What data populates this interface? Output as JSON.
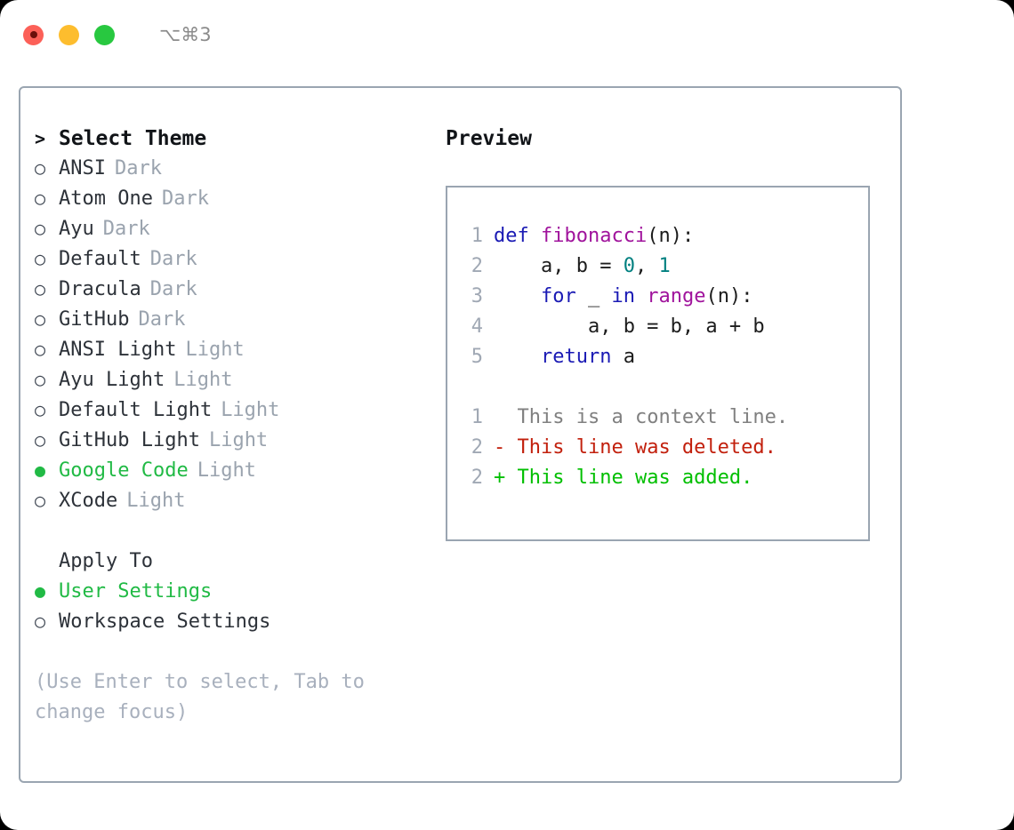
{
  "window": {
    "shortcut": "⌥⌘3",
    "traffic_lights": [
      {
        "name": "close",
        "color": "#fc6058"
      },
      {
        "name": "minimize",
        "color": "#fdbd2e"
      },
      {
        "name": "maximize",
        "color": "#28c840"
      }
    ]
  },
  "theme_picker": {
    "header_prefix": "> ",
    "header": "Select Theme",
    "bullet_unselected": "○",
    "bullet_selected": "●",
    "items": [
      {
        "label": "ANSI",
        "tag": "Dark",
        "selected": false
      },
      {
        "label": "Atom One",
        "tag": "Dark",
        "selected": false
      },
      {
        "label": "Ayu",
        "tag": "Dark",
        "selected": false
      },
      {
        "label": "Default",
        "tag": "Dark",
        "selected": false
      },
      {
        "label": "Dracula",
        "tag": "Dark",
        "selected": false
      },
      {
        "label": "GitHub",
        "tag": "Dark",
        "selected": false
      },
      {
        "label": "ANSI Light",
        "tag": "Light",
        "selected": false
      },
      {
        "label": "Ayu Light",
        "tag": "Light",
        "selected": false
      },
      {
        "label": "Default Light",
        "tag": "Light",
        "selected": false
      },
      {
        "label": "GitHub Light",
        "tag": "Light",
        "selected": false
      },
      {
        "label": "Google Code",
        "tag": "Light",
        "selected": true
      },
      {
        "label": "XCode",
        "tag": "Light",
        "selected": false
      }
    ]
  },
  "apply_to": {
    "header": "Apply To",
    "items": [
      {
        "label": "User Settings",
        "selected": true
      },
      {
        "label": "Workspace Settings",
        "selected": false
      }
    ]
  },
  "hint": "(Use Enter to select, Tab to change focus)",
  "preview": {
    "title": "Preview",
    "code": [
      {
        "lineno": "1",
        "tokens": [
          {
            "t": "def ",
            "c": "kw"
          },
          {
            "t": "fibonacci",
            "c": "fn"
          },
          {
            "t": "(n):",
            "c": "plain"
          }
        ]
      },
      {
        "lineno": "2",
        "tokens": [
          {
            "t": "    a, b = ",
            "c": "plain"
          },
          {
            "t": "0",
            "c": "num"
          },
          {
            "t": ", ",
            "c": "plain"
          },
          {
            "t": "1",
            "c": "num"
          }
        ]
      },
      {
        "lineno": "3",
        "tokens": [
          {
            "t": "    ",
            "c": "plain"
          },
          {
            "t": "for",
            "c": "kw"
          },
          {
            "t": " _ ",
            "c": "plain"
          },
          {
            "t": "in",
            "c": "kw"
          },
          {
            "t": " ",
            "c": "plain"
          },
          {
            "t": "range",
            "c": "fn"
          },
          {
            "t": "(n):",
            "c": "plain"
          }
        ]
      },
      {
        "lineno": "4",
        "tokens": [
          {
            "t": "        a, b = b, a + b",
            "c": "plain"
          }
        ]
      },
      {
        "lineno": "5",
        "tokens": [
          {
            "t": "    ",
            "c": "plain"
          },
          {
            "t": "return",
            "c": "kw"
          },
          {
            "t": " a",
            "c": "plain"
          }
        ]
      }
    ],
    "diff": [
      {
        "lineno": "1",
        "marker": "  ",
        "text": "This is a context line.",
        "kind": "ctx"
      },
      {
        "lineno": "2",
        "marker": "- ",
        "text": "This line was deleted.",
        "kind": "del"
      },
      {
        "lineno": "2",
        "marker": "+ ",
        "text": "This line was added.",
        "kind": "add"
      }
    ]
  },
  "colors": {
    "selected_green": "#21ba45",
    "tag_gray": "#9aa3ae",
    "hint_gray": "#a8b0bd",
    "border": "#9aa5b1",
    "keyword": "#1a1ab4",
    "function": "#a0139c",
    "number": "#008080",
    "diff_deleted": "#c2200d",
    "diff_added": "#00bf00",
    "diff_context": "#808080"
  }
}
